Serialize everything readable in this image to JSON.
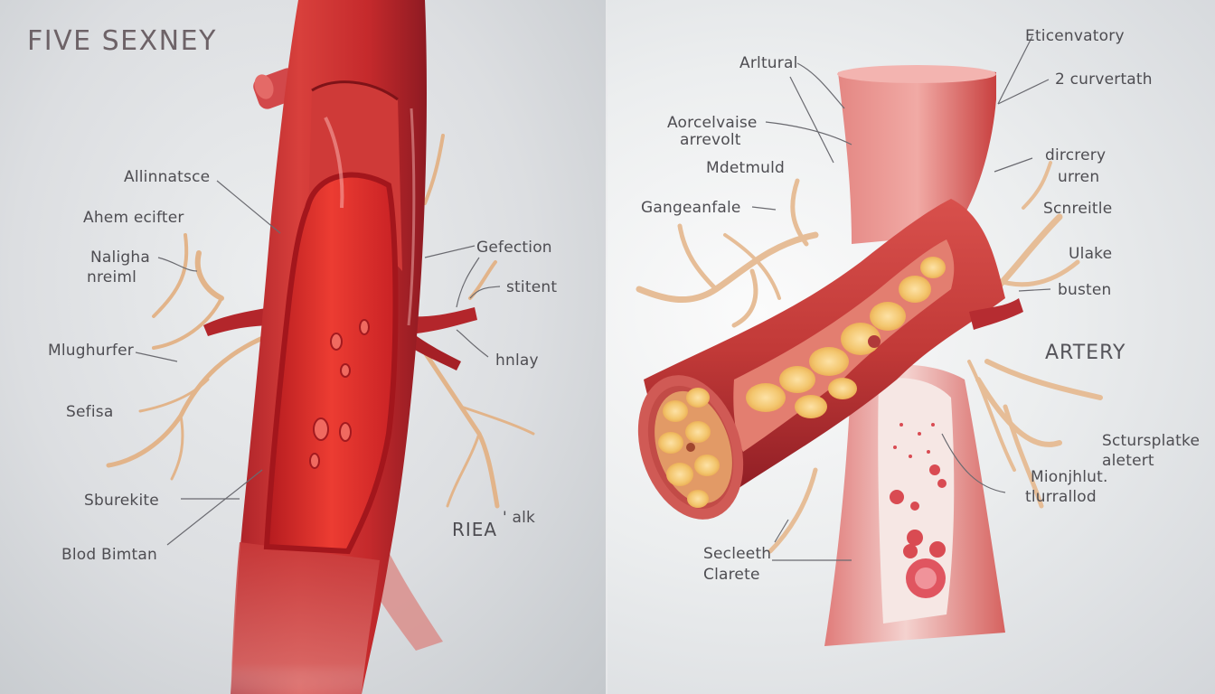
{
  "left_panel": {
    "title": "FIVE SEXNEY",
    "labels": [
      {
        "id": "l1",
        "text": "Allinnatsce"
      },
      {
        "id": "l2",
        "text": "Ahem ecifter"
      },
      {
        "id": "l3",
        "text": "Naligha"
      },
      {
        "id": "l4",
        "text": "nreiml"
      },
      {
        "id": "l5",
        "text": "Mlughurfer"
      },
      {
        "id": "l6",
        "text": "Sefisa"
      },
      {
        "id": "l7",
        "text": "Sburekite"
      },
      {
        "id": "l8",
        "text": "Blod Bimtan"
      },
      {
        "id": "l9",
        "text": "Gefection"
      },
      {
        "id": "l10",
        "text": "stitent"
      },
      {
        "id": "l11",
        "text": "hnlay"
      },
      {
        "id": "l12",
        "text": "RIEA"
      },
      {
        "id": "l13",
        "text": "' alk"
      }
    ]
  },
  "right_panel": {
    "labels": [
      {
        "id": "r1",
        "text": "Arltural"
      },
      {
        "id": "r2",
        "text": "Aorcelvaise"
      },
      {
        "id": "r3",
        "text": "arrevolt"
      },
      {
        "id": "r4",
        "text": "Mdetmuld"
      },
      {
        "id": "r5",
        "text": "Gangeanfale"
      },
      {
        "id": "r6",
        "text": "Eticenvatory"
      },
      {
        "id": "r7",
        "text": "2 curvertath"
      },
      {
        "id": "r8",
        "text": "dircrery"
      },
      {
        "id": "r9",
        "text": "urren"
      },
      {
        "id": "r10",
        "text": "Scnreitle"
      },
      {
        "id": "r11",
        "text": "Ulake"
      },
      {
        "id": "r12",
        "text": "busten"
      },
      {
        "id": "r13",
        "text": "ARTERY"
      },
      {
        "id": "r14",
        "text": "Sctursplatke"
      },
      {
        "id": "r15",
        "text": "aletert"
      },
      {
        "id": "r16",
        "text": "Mionjhlut."
      },
      {
        "id": "r17",
        "text": "tlurrallod"
      },
      {
        "id": "r18",
        "text": "Secleeth"
      },
      {
        "id": "r19",
        "text": "Clarete"
      }
    ]
  },
  "colors": {
    "vessel_red": "#c8282c",
    "vessel_dark": "#8e1a22",
    "lumen_red": "#e2322e",
    "pink_wall": "#e79a98",
    "nerve_tan": "#e2b48a",
    "plaque_yellow": "#f3c66e",
    "label_gray": "#4e4d52"
  }
}
